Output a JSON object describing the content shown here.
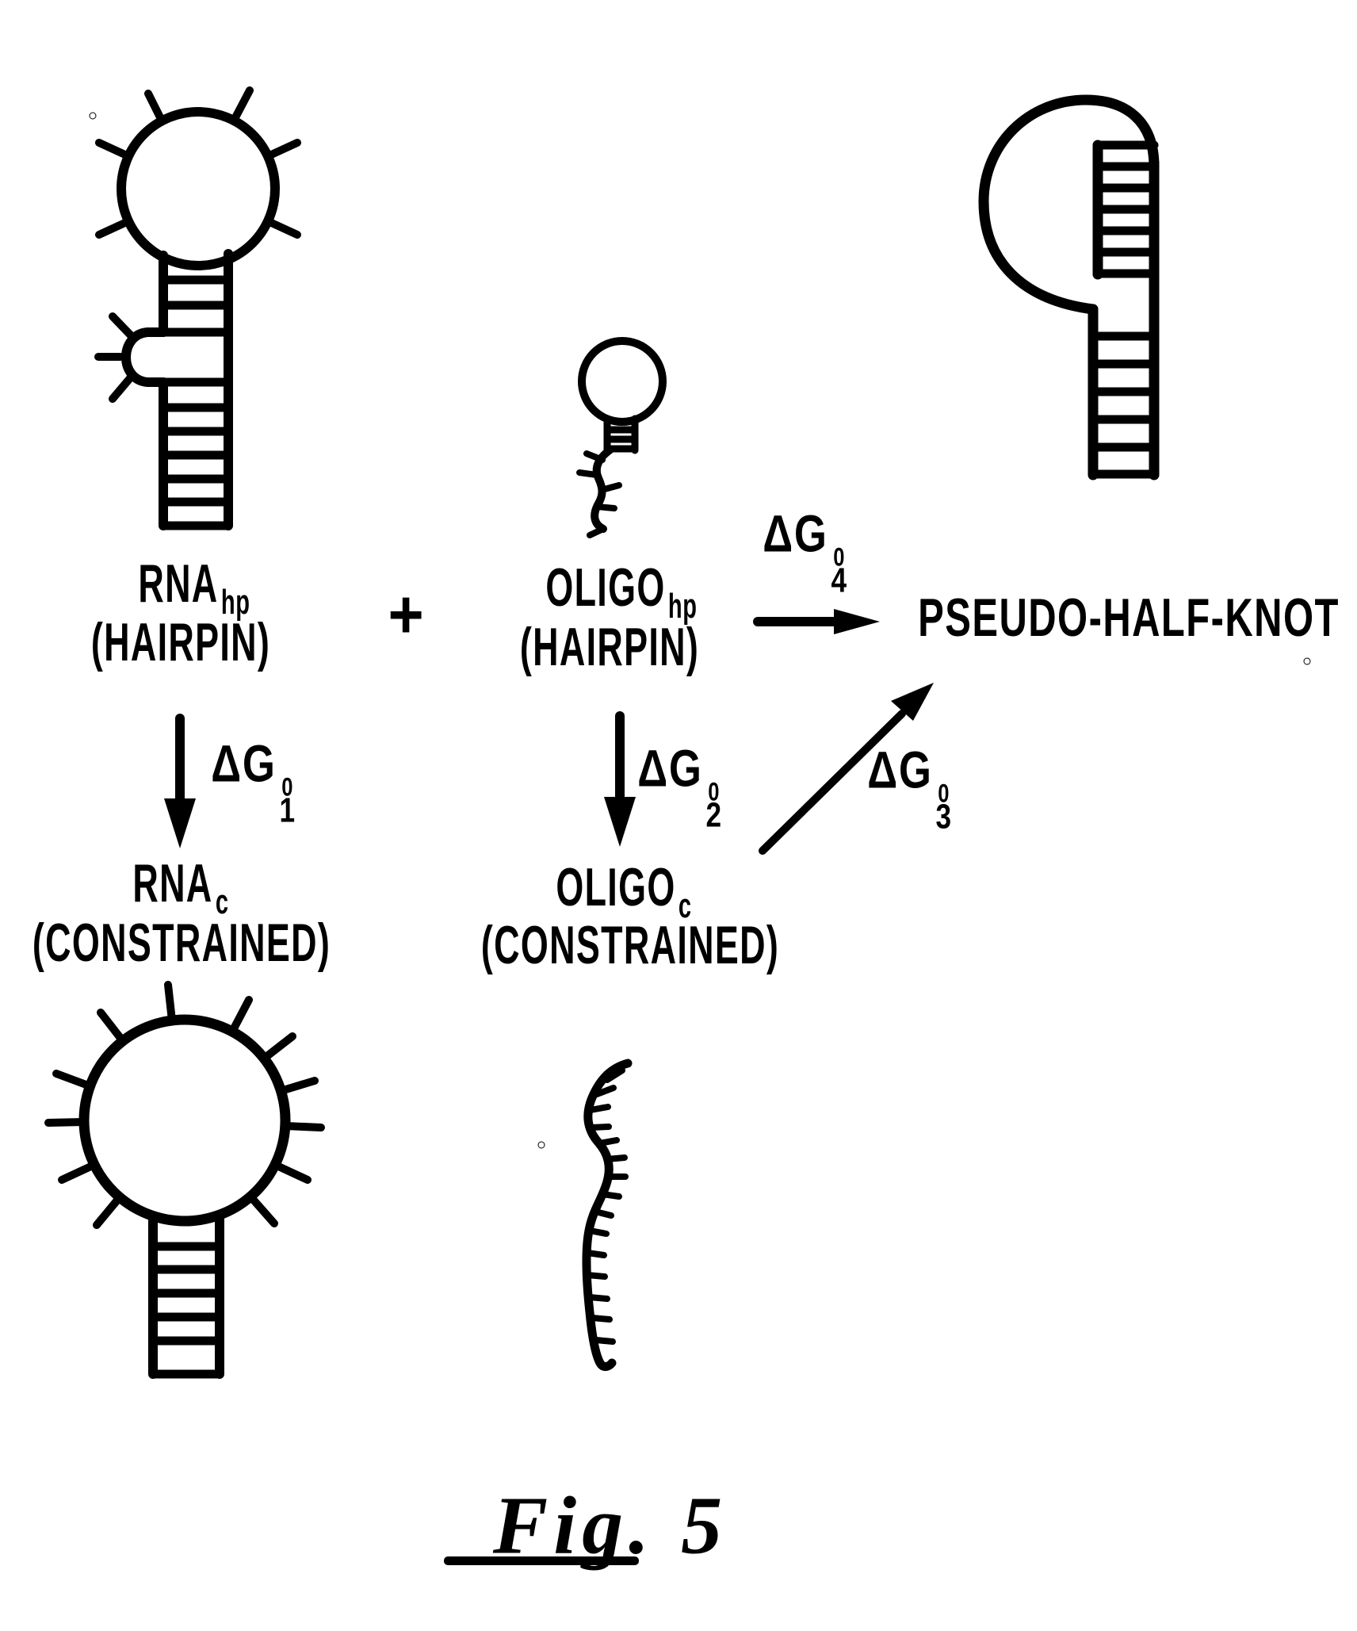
{
  "figure": {
    "caption": "Fig. 5"
  },
  "nodes": {
    "rna_hp": {
      "name": "RNA",
      "sub": "hp",
      "state": "(HAIRPIN)"
    },
    "oligo_hp": {
      "name": "OLIGO",
      "sub": "hp",
      "state": "(HAIRPIN)"
    },
    "pseudo_half_knot": {
      "label": "PSEUDO-HALF-KNOT"
    },
    "rna_c": {
      "name": "RNA",
      "sub": "c",
      "state": "(CONSTRAINED)"
    },
    "oligo_c": {
      "name": "OLIGO",
      "sub": "c",
      "state": "(CONSTRAINED)"
    }
  },
  "operators": {
    "plus": "+"
  },
  "energies": {
    "dg1": {
      "base": "ΔG",
      "sup": "0",
      "sub": "1"
    },
    "dg2": {
      "base": "ΔG",
      "sup": "0",
      "sub": "2"
    },
    "dg3": {
      "base": "ΔG",
      "sup": "0",
      "sub": "3"
    },
    "dg4": {
      "base": "ΔG",
      "sup": "0",
      "sub": "4"
    }
  },
  "colors": {
    "ink": "#000000",
    "background": "#ffffff"
  }
}
